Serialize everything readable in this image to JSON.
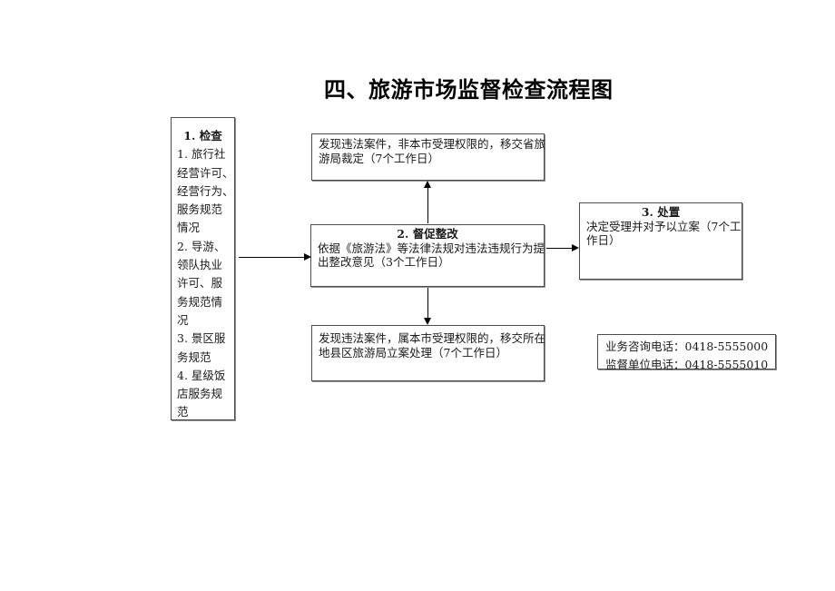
{
  "page": {
    "title": "四、旅游市场监督检查流程图"
  },
  "colors": {
    "background": "#ffffff",
    "box_border": "#4c4c4c",
    "text": "#1a1a1a",
    "arrow": "#000000"
  },
  "flowchart": {
    "check_box": {
      "header": "1. 检查",
      "lines": [
        "1. 旅行社",
        "经营许可、",
        "经营行为、",
        "服务规范",
        "情况",
        "2. 导游、",
        "领队执业",
        "许可、服",
        "务规范情",
        "况",
        "3. 景区服",
        "务规范",
        "4. 星级饭",
        "店服务规",
        "范"
      ]
    },
    "transfer_province_box": {
      "lines": [
        "发现违法案件，非本市受理权限的，移交省旅",
        "游局裁定（7个工作日）"
      ]
    },
    "supervise_box": {
      "header": "2. 督促整改",
      "lines": [
        "依据《旅游法》等法律法规对违法违规行为提",
        "出整改意见（3个工作日）"
      ]
    },
    "transfer_county_box": {
      "lines": [
        "发现违法案件，属本市受理权限的，移交所在",
        "地县区旅游局立案处理（7个工作日）"
      ]
    },
    "dispose_box": {
      "header": "3. 处置",
      "lines": [
        "决定受理并对予以立案（7个工",
        "作日）"
      ]
    },
    "contact_box": {
      "lines": [
        "业务咨询电话：0418-5555000",
        "监督单位电话：0418-5555010"
      ]
    }
  }
}
